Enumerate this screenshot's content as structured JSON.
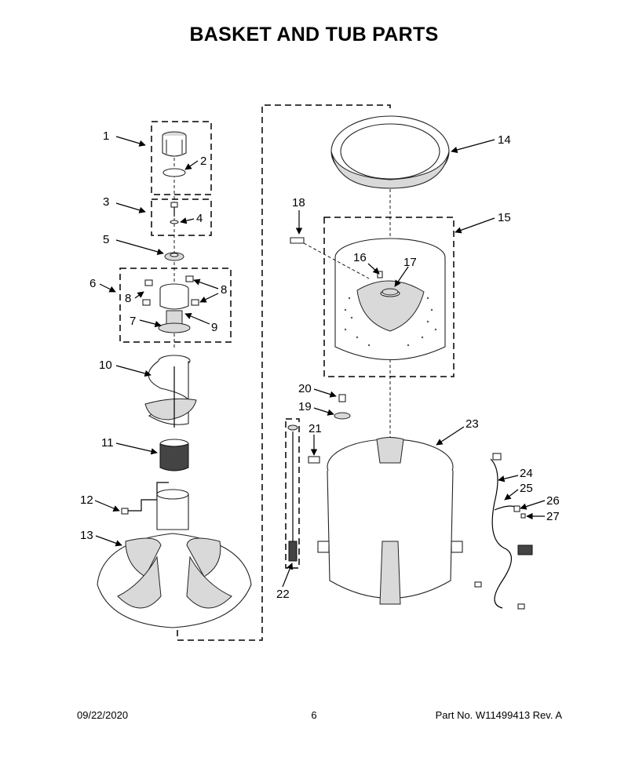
{
  "title": "BASKET AND TUB PARTS",
  "callouts": [
    "1",
    "2",
    "3",
    "4",
    "5",
    "6",
    "7",
    "8",
    "8",
    "9",
    "10",
    "11",
    "12",
    "13",
    "14",
    "15",
    "16",
    "17",
    "18",
    "19",
    "20",
    "21",
    "22",
    "23",
    "24",
    "25",
    "26",
    "27"
  ],
  "footer": {
    "date": "09/22/2020",
    "page": "6",
    "part": "Part No.  W11499413  Rev.  A"
  }
}
